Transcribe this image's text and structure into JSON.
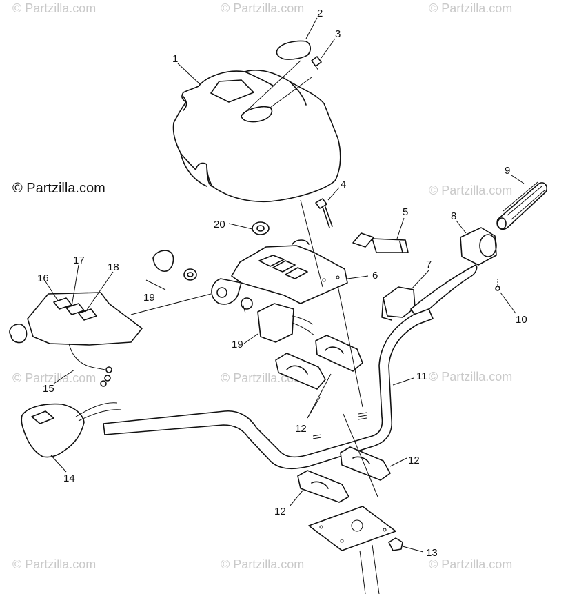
{
  "watermark": {
    "text": "© Partzilla.com",
    "main_text": "© Partzilla.com"
  },
  "callouts": {
    "c1": "1",
    "c2": "2",
    "c3": "3",
    "c4": "4",
    "c5": "5",
    "c6": "6",
    "c7": "7",
    "c8": "8",
    "c9": "9",
    "c10": "10",
    "c11": "11",
    "c12a": "12",
    "c12b": "12",
    "c12c": "12",
    "c13": "13",
    "c14": "14",
    "c15": "15",
    "c16": "16",
    "c17": "17",
    "c18": "18",
    "c19a": "19",
    "c19b": "19",
    "c20": "20"
  }
}
